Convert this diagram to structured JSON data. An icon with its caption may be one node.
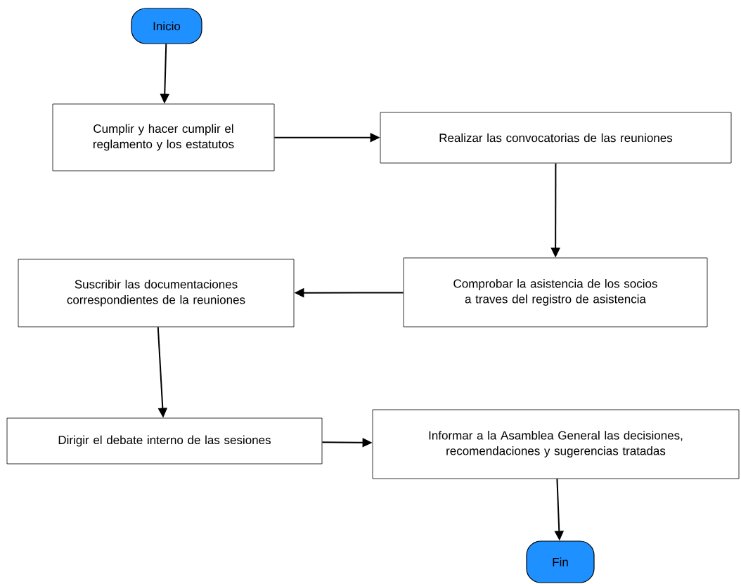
{
  "diagram": {
    "nodes": [
      {
        "text": [
          "Inicio"
        ]
      },
      {
        "text": [
          "Cumplir y hacer cumplir el reglamento y los estatutos"
        ]
      },
      {
        "text": [
          "Realizar las convocatorias de las reuniones"
        ]
      },
      {
        "text": [
          "Comprobar la asistencia de los socios a traves del registro de asistencia"
        ]
      },
      {
        "text": [
          "Suscribir las documentaciones correspondientes de la reuniones"
        ]
      },
      {
        "text": [
          "Dirigir el debate interno de las sesiones"
        ]
      },
      {
        "text": [
          "Informar a la Asamblea General las decisiones, recomendaciones y sugerencias tratadas"
        ]
      },
      {
        "text": [
          "Fin"
        ]
      }
    ],
    "edges": [
      {
        "from": 0,
        "to": 1,
        "arrow": "to"
      },
      {
        "from": 1,
        "to": 2,
        "arrow": "to"
      },
      {
        "from": 2,
        "to": 3,
        "arrow": "to"
      },
      {
        "from": 3,
        "to": 4,
        "arrow": "to"
      },
      {
        "from": 4,
        "to": 5,
        "arrow": "to"
      },
      {
        "from": 5,
        "to": 6,
        "arrow": "to"
      },
      {
        "from": 6,
        "to": 7,
        "arrow": "to"
      }
    ]
  }
}
